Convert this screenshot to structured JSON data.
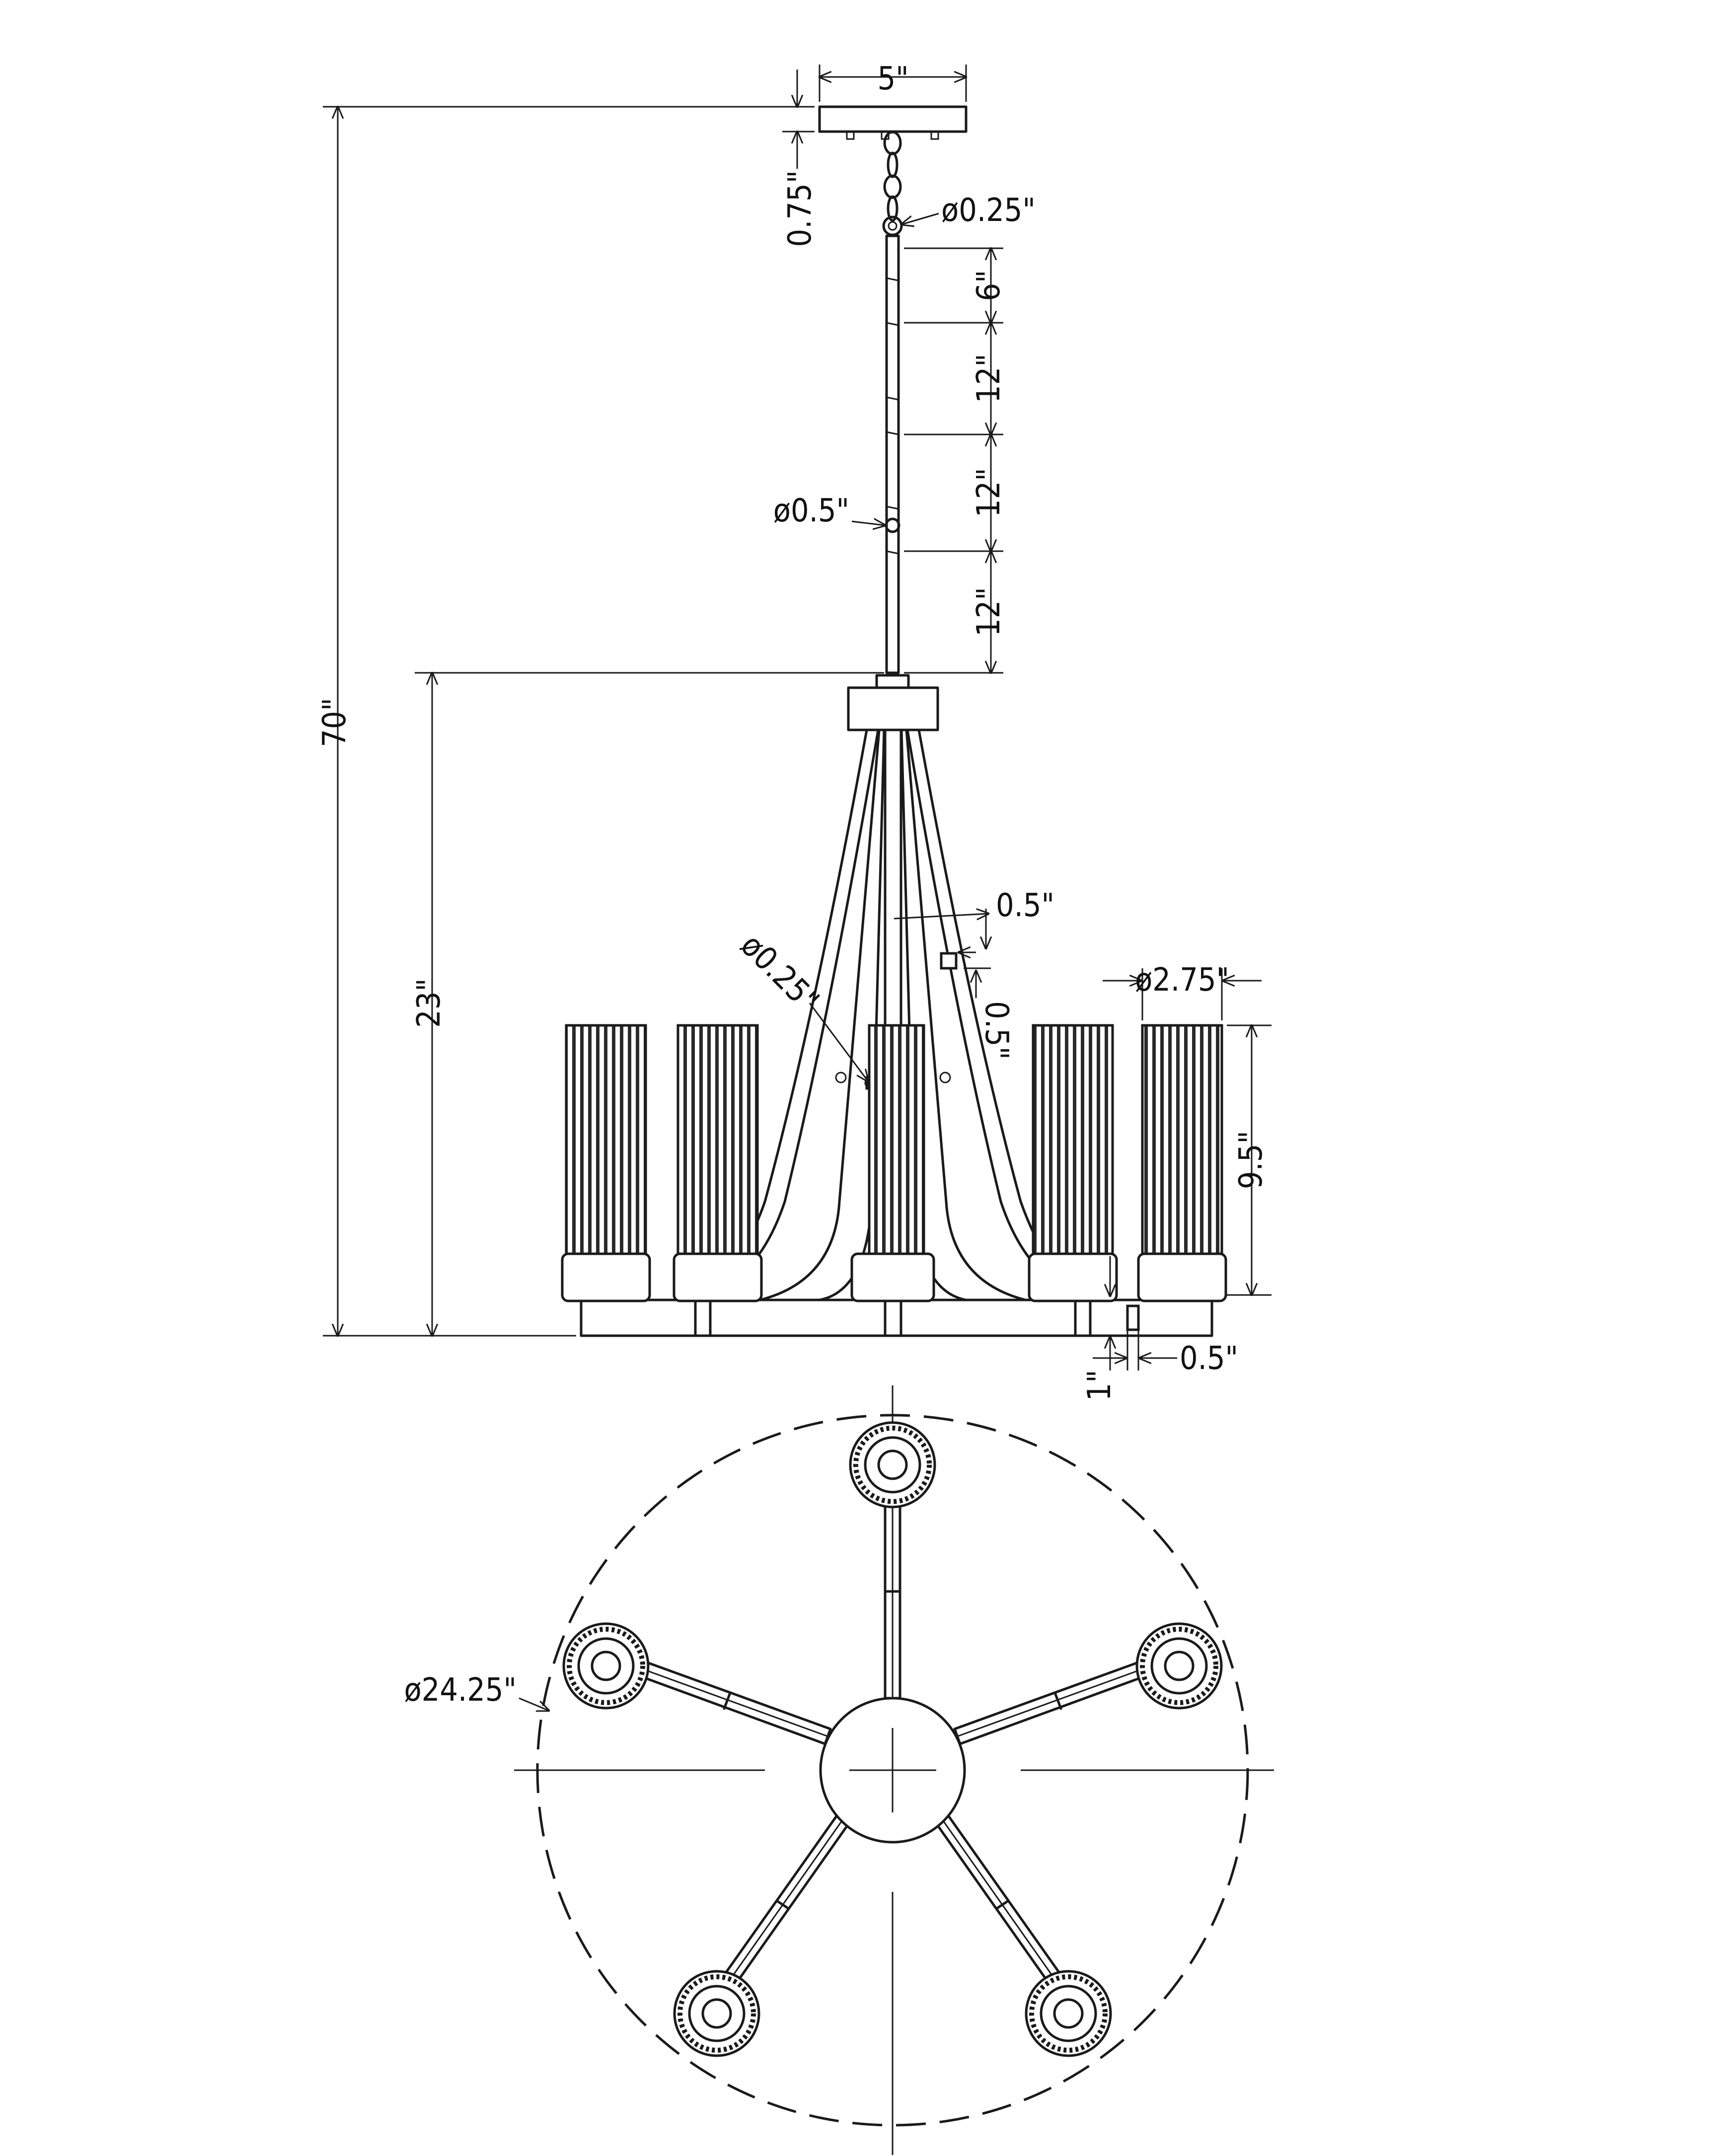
{
  "drawing": {
    "elevation_dimensions": {
      "canopy_width": "5\"",
      "canopy_height": "0.75\"",
      "loop_diameter": "ø0.25\"",
      "chain_link_1": "6\"",
      "chain_link_2": "12\"",
      "chain_link_3": "12\"",
      "chain_link_4": "12\"",
      "rod_diameter": "ø0.5\"",
      "overall_height": "70\"",
      "body_height": "23\"",
      "arm_thickness": "0.5\"",
      "arm_spacing": "0.5\"",
      "pin_diameter": "ø0.25\"",
      "shade_diameter": "ø2.75\"",
      "shade_height": "9.5\"",
      "cup_height": "1\"",
      "cup_width": "0.5\""
    },
    "plan_dimensions": {
      "overall_diameter": "ø24.25\""
    },
    "colors": {
      "line": "#1a1a1a",
      "background": "#ffffff"
    }
  }
}
